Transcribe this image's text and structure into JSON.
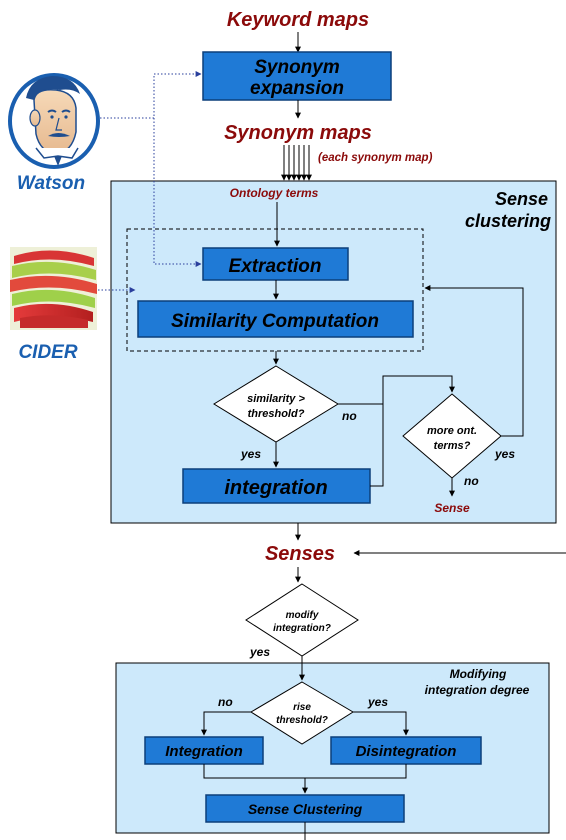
{
  "colors": {
    "box_fill": "#1f7ad6",
    "panel_fill": "#cde9fb",
    "title_red": "#8b0a0a",
    "label_blue": "#1a5fb0",
    "dotted_link": "#2a3f9c"
  },
  "labels": {
    "keyword_maps": "Keyword maps",
    "synonym_maps": "Synonym maps",
    "each_synonym_map": "(each synonym map)",
    "ontology_terms": "Ontology terms",
    "senses": "Senses",
    "sense": "Sense",
    "watson": "Watson",
    "cider": "CIDER"
  },
  "boxes": {
    "synonym_expansion_line1": "Synonym",
    "synonym_expansion_line2": "expansion",
    "extraction": "Extraction",
    "similarity_computation": "Similarity Computation",
    "integration_lower": "integration",
    "integration_cap": "Integration",
    "disintegration": "Disintegration",
    "sense_clustering_box": "Sense Clustering"
  },
  "panels": {
    "sense_clustering_line1": "Sense",
    "sense_clustering_line2": "clustering",
    "modifying_line1": "Modifying",
    "modifying_line2": "integration degree"
  },
  "decisions": {
    "similarity_line1": "similarity >",
    "similarity_line2": "threshold?",
    "more_terms_line1": "more ont.",
    "more_terms_line2": "terms?",
    "modify_line1": "modify",
    "modify_line2": "integration?",
    "rise_line1": "rise",
    "rise_line2": "threshold?"
  },
  "edges": {
    "no_1": "no",
    "yes_1": "yes",
    "yes_2": "yes",
    "no_2": "no",
    "yes_3": "yes",
    "no_3": "no",
    "yes_4": "yes"
  },
  "icons": {
    "watson": "watson-face-icon",
    "cider": "cider-apple-icon"
  }
}
